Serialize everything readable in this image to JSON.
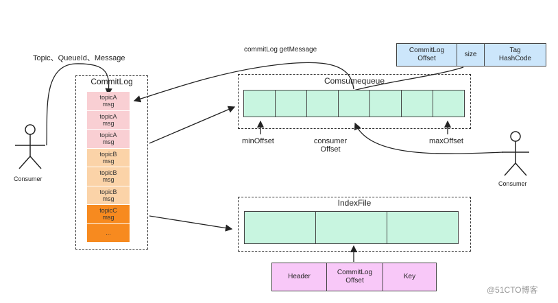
{
  "labels": {
    "topic_queue_message": "Topic、QueueId、Message",
    "commitlog_getmessage": "commitLog getMessage",
    "min_offset": "minOffset",
    "consumer_offset_l1": "consumer",
    "consumer_offset_l2": "Offset",
    "max_offset": "maxOffset",
    "consumer_left": "Consumer",
    "consumer_right": "Consumer",
    "watermark": "@51CTO博客"
  },
  "commitlog": {
    "title": "CommitLog",
    "cells": [
      {
        "topic": "topicA",
        "msg": "msg",
        "color": "#f9cfd3"
      },
      {
        "topic": "topicA",
        "msg": "msg",
        "color": "#f9cfd3"
      },
      {
        "topic": "topicA",
        "msg": "msg",
        "color": "#f9cfd3"
      },
      {
        "topic": "topicB",
        "msg": "msg",
        "color": "#fbd3a8"
      },
      {
        "topic": "topicB",
        "msg": "msg",
        "color": "#fbd3a8"
      },
      {
        "topic": "topicB",
        "msg": "msg",
        "color": "#fbd3a8"
      },
      {
        "topic": "topicC",
        "msg": "msg",
        "color": "#f78a1f"
      },
      {
        "topic": "...",
        "msg": "",
        "color": "#f78a1f"
      }
    ]
  },
  "consumequeue": {
    "title": "Comsumequeue",
    "cell_count": 7,
    "cell_color": "#c8f5e0"
  },
  "indexfile": {
    "title": "IndexFile",
    "cell_count": 3,
    "cell_color": "#c8f5e0"
  },
  "cq_entry": {
    "cells": [
      {
        "line1": "CommitLog",
        "line2": "Offset"
      },
      {
        "line1": "size",
        "line2": ""
      },
      {
        "line1": "Tag",
        "line2": "HashCode"
      }
    ],
    "color": "#cce6fb"
  },
  "index_entry": {
    "cells": [
      {
        "line1": "Header",
        "line2": ""
      },
      {
        "line1": "CommitLog",
        "line2": "Offset"
      },
      {
        "line1": "Key",
        "line2": ""
      }
    ],
    "color": "#f8c8f8"
  }
}
